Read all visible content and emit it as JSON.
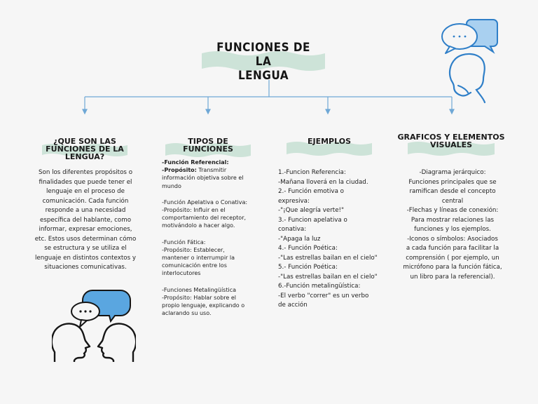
{
  "title": {
    "line1": "FUNCIONES DE LA",
    "line2": "LENGUA"
  },
  "columns": [
    {
      "heading": [
        "¿QUE SON LAS",
        "FUNCIONES DE LA",
        "LENGUA?"
      ],
      "body": "Son los diferentes propósitos o finalidades que puede tener el lenguaje en el proceso de comunicación. Cada función responde a una necesidad específica del hablante, como informar, expresar emociones, etc. Estos usos determinan cómo se estructura y se utiliza el lenguaje en distintos contextos y situaciones comunicativas."
    },
    {
      "heading": [
        "TIPOS DE",
        "FUNCIONES"
      ],
      "items": [
        {
          "name": "-Función Referencial:",
          "purpose_label": "-Propósito:",
          "purpose": " Transmitir información objetiva sobre el mundo"
        },
        {
          "name": "-Función Apelativa o Conativa:",
          "purpose_label": "-Propósito:",
          "purpose": " Influir en el comportamiento del receptor, motivándolo a hacer algo."
        },
        {
          "name": "-Función Fática:",
          "purpose_label": "-Propósito:",
          "purpose": " Establecer, mantener o interrumpir la comunicación entre los interlocutores"
        },
        {
          "name": "-Funciones Metalingüística",
          "purpose_label": "-Propósito:",
          "purpose": " Hablar sobre el propio lenguaje, explicando o aclarando su uso."
        }
      ]
    },
    {
      "heading": [
        "EJEMPLOS"
      ],
      "lines": [
        "1.-Funcion Referencia:",
        "-Mañana lloverá en la ciudad.",
        "2.- Función emotiva o",
        "expresiva:",
        "-\"¡Que alegría verte!\"",
        "3.- Funcion apelativa o",
        "conativa:",
        "-\"Apaga la luz",
        "4.- Función Poética:",
        "-\"Las estrellas bailan en el cielo\"",
        "5.- Función Poética:",
        "-\"Las estrellas bailan en el cielo\"",
        "6.-Función metalingüística:",
        "-El verbo \"correr\" es un verbo",
        "de acción"
      ]
    },
    {
      "heading": [
        "GRAFICOS Y ELEMENTOS",
        "VISUALES"
      ],
      "lines": [
        "-Diagrama jerárquico:",
        "Funciones principales que se",
        "ramifican desde el concepto",
        "central",
        "-Flechas y líneas de conexión:",
        "Para mostrar relaciones las",
        "funciones y los ejemplos.",
        "-Iconos o símbolos: Asociados",
        "a cada función para facilitar la",
        "comprensión ( por ejemplo, un",
        "micrófono para la función fática,",
        "un libro para la referencial)."
      ]
    }
  ],
  "colors": {
    "wave": "#cde3d8",
    "connector": "#6fa8d6",
    "bubble": "#5aa6e0",
    "bubble_dark": "#2f7fc8",
    "outline": "#151515"
  },
  "icons": [
    "chat-bubbles-head-icon",
    "two-heads-conversation-icon"
  ]
}
